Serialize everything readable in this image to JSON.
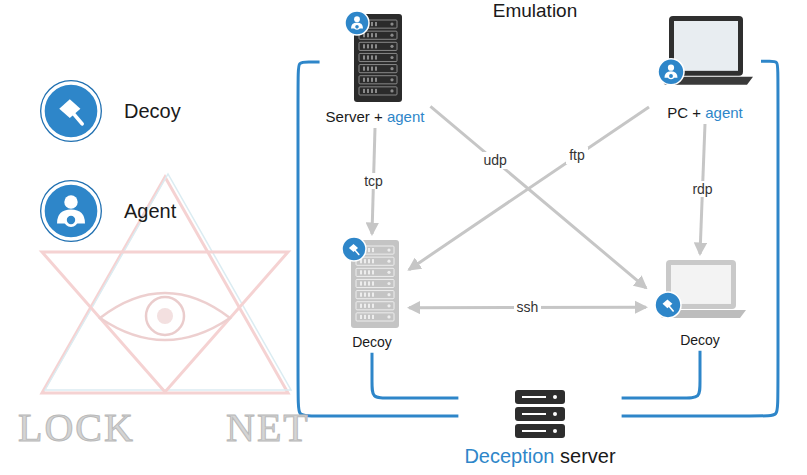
{
  "diagram": {
    "title": "Emulation",
    "nodes": [
      {
        "text": [
          "Server +",
          "agent"
        ]
      },
      {
        "text": [
          "PC +",
          "agent"
        ]
      },
      {
        "text": [
          "Decoy"
        ]
      },
      {
        "text": [
          "Decoy"
        ]
      },
      {
        "text": [
          "Deception",
          "server"
        ]
      }
    ],
    "edges": [
      {
        "from": 0,
        "to": 2,
        "label": "tcp",
        "arrow": "to"
      },
      {
        "from": 0,
        "to": 3,
        "label": "udp",
        "arrow": "to"
      },
      {
        "from": 1,
        "to": 2,
        "label": "ftp",
        "arrow": "to"
      },
      {
        "from": 1,
        "to": 3,
        "label": "rdp",
        "arrow": "to"
      },
      {
        "from": 2,
        "to": 3,
        "label": "ssh",
        "arrow": "both"
      },
      {
        "from": 0,
        "to": 4,
        "arrow": "none"
      },
      {
        "from": 1,
        "to": 4,
        "arrow": "none"
      },
      {
        "from": 2,
        "to": 4,
        "arrow": "none"
      },
      {
        "from": 3,
        "to": 4,
        "arrow": "none"
      }
    ],
    "labels": [
      "LOCK",
      "NET"
    ],
    "legend": [
      {
        "text": "Decoy"
      },
      {
        "text": "Agent"
      }
    ]
  }
}
